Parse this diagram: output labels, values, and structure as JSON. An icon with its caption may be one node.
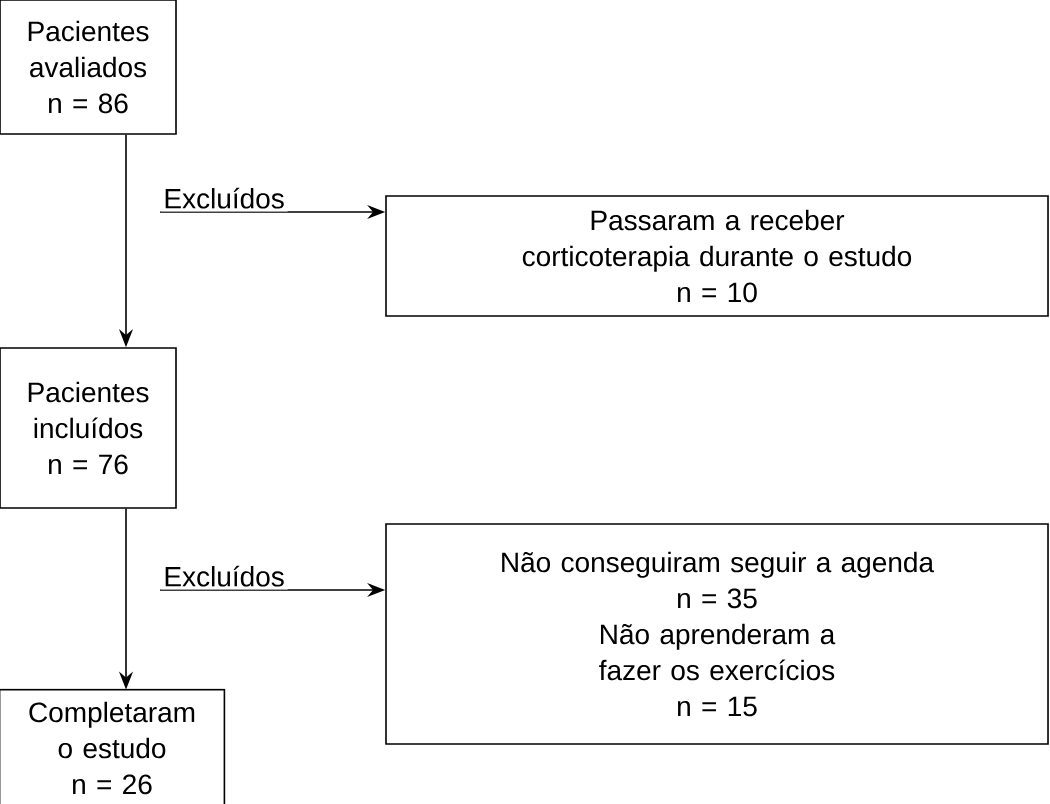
{
  "diagram": {
    "nodes": [
      {
        "text": [
          "Pacientes avaliados",
          "n = 86"
        ]
      },
      {
        "text": [
          "Passaram a receber corticoterapia durante o estudo",
          "n = 10"
        ]
      },
      {
        "text": [
          "Pacientes incluídos",
          "n = 76"
        ]
      },
      {
        "text": [
          "Não conseguiram seguir a agenda",
          "n = 35",
          "Não aprenderam a fazer os exercícios",
          "n = 15"
        ]
      },
      {
        "text": [
          "Completaram o estudo",
          "n = 26"
        ]
      }
    ],
    "edges": [
      {
        "from": 0,
        "to": 2,
        "arrow": "to"
      },
      {
        "from": null,
        "to": 1,
        "arrow": "to",
        "label": "Excluídos"
      },
      {
        "from": 2,
        "to": 4,
        "arrow": "to"
      },
      {
        "from": null,
        "to": 3,
        "arrow": "to",
        "label": "Excluídos"
      }
    ]
  }
}
